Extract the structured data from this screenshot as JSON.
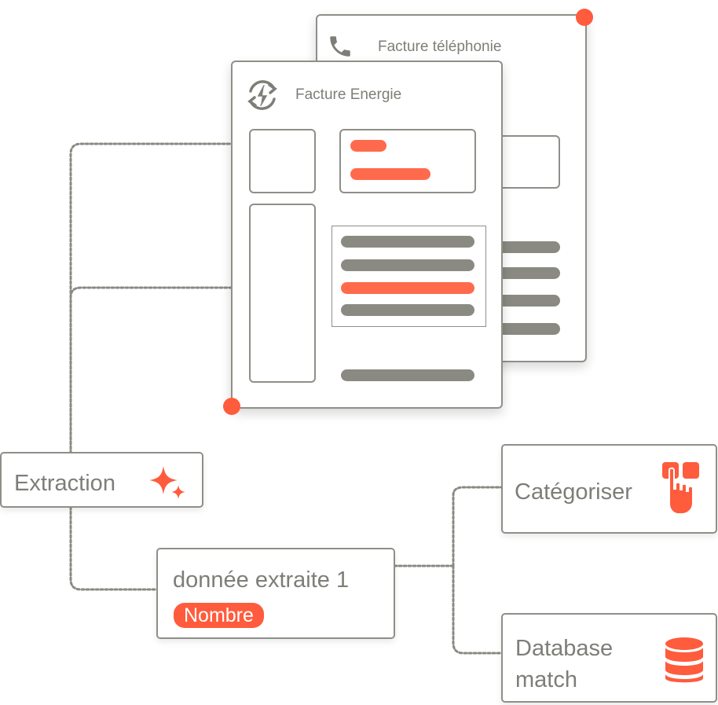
{
  "documents": {
    "back": {
      "title": "Facture téléphonie",
      "icon": "phone-icon"
    },
    "front": {
      "title": "Facture Energie",
      "icon": "energy-cycle-icon"
    }
  },
  "nodes": {
    "extraction": {
      "label": "Extraction",
      "icon": "sparkle-icon"
    },
    "extracted_data": {
      "label": "donnée extraite 1",
      "badge": "Nombre"
    },
    "categorize": {
      "label": "Catégoriser",
      "icon": "hand-pointer-icon"
    },
    "database": {
      "label_line1": "Database",
      "label_line2": "match",
      "icon": "database-icon"
    }
  },
  "colors": {
    "accent": "#ff5b3d",
    "gray": "#8a8a83",
    "border": "#8f8f89"
  }
}
